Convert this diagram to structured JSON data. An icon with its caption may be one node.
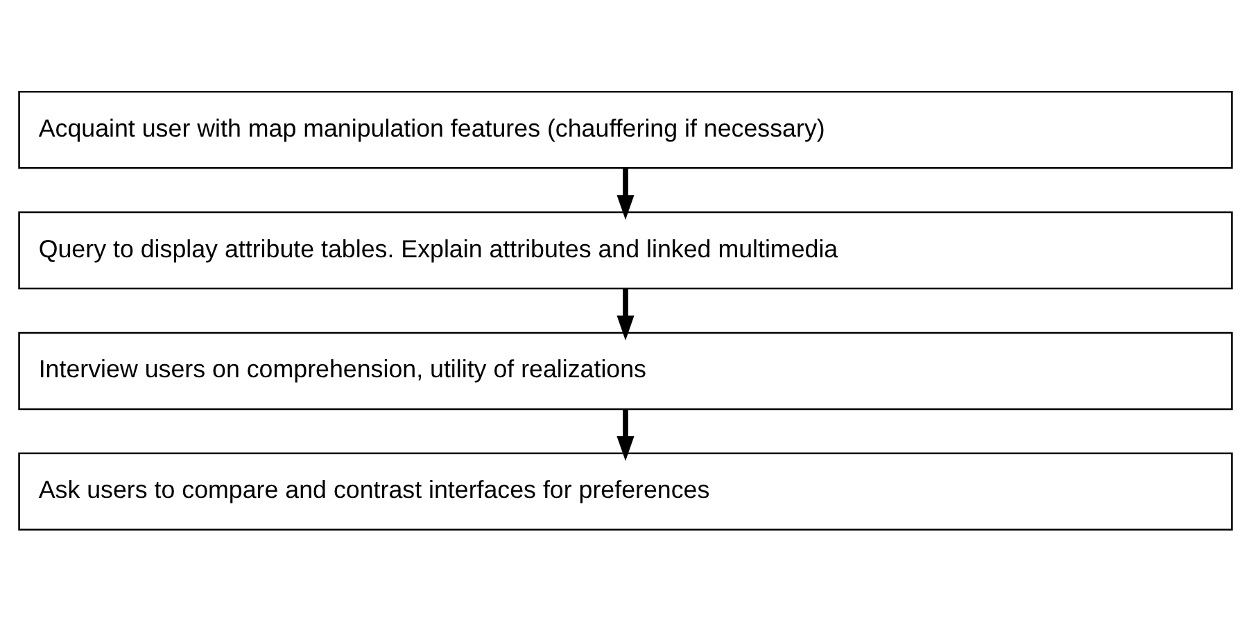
{
  "diagram": {
    "nodes": [
      {
        "text": [
          "Acquaint user with map manipulation features (chauffering if necessary)"
        ]
      },
      {
        "text": [
          "Query to display attribute tables. Explain attributes and linked multimedia"
        ]
      },
      {
        "text": [
          "Interview users on comprehension, utility of realizations"
        ]
      },
      {
        "text": [
          "Ask users to compare and contrast interfaces for preferences"
        ]
      }
    ],
    "edges": [
      {
        "from": 0,
        "to": 1,
        "arrow": "to"
      },
      {
        "from": 1,
        "to": 2,
        "arrow": "to"
      },
      {
        "from": 2,
        "to": 3,
        "arrow": "to"
      }
    ]
  }
}
